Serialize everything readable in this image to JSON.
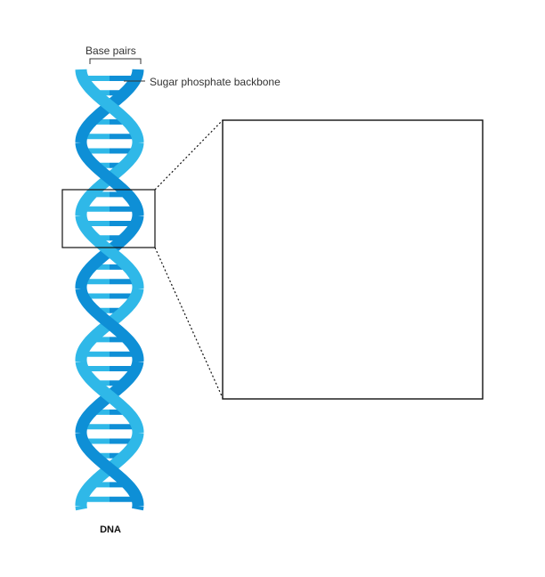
{
  "labels": {
    "base_pairs": "Base pairs",
    "backbone": "Sugar phosphate backbone",
    "title": "DNA"
  },
  "colors": {
    "strand_dark": "#0e8fd6",
    "strand_light": "#2fb8e8",
    "outline": "#111111",
    "text": "#333333"
  }
}
